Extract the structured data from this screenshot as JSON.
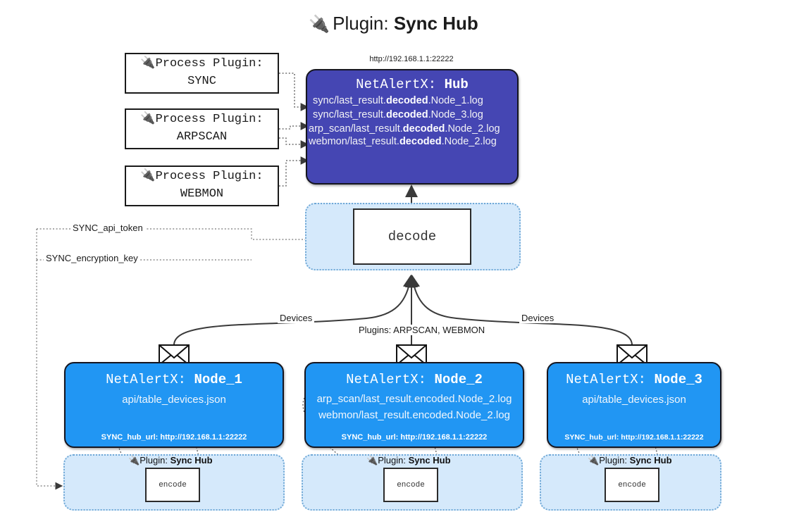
{
  "title": {
    "icon": "plug-icon",
    "prefix": "Plugin:",
    "name": "Sync Hub"
  },
  "process_plugins": [
    {
      "icon": "plug-icon",
      "line1": "Process Plugin:",
      "line2": "SYNC"
    },
    {
      "icon": "plug-icon",
      "line1": "Process Plugin:",
      "line2": "ARPSCAN"
    },
    {
      "icon": "plug-icon",
      "line1": "Process Plugin:",
      "line2": "WEBMON"
    }
  ],
  "hub": {
    "url_label": "http://192.168.1.1:22222",
    "title_prefix": "NetAlertX:",
    "title_name": "Hub",
    "rows": [
      {
        "pre": "sync/last_result.",
        "mid": "decoded",
        "post": ".Node_1.log"
      },
      {
        "pre": "sync/last_result.",
        "mid": "decoded",
        "post": ".Node_3.log"
      },
      {
        "pre": "arp_scan/last_result.",
        "mid": "decoded",
        "post": ".Node_2.log"
      },
      {
        "pre": "webmon/last_result.",
        "mid": "decoded",
        "post": ".Node_2.log"
      }
    ]
  },
  "decode": {
    "label": "decode"
  },
  "settings": [
    {
      "label": "SYNC_api_token"
    },
    {
      "label": "SYNC_encryption_key"
    }
  ],
  "edge_labels": {
    "left_devices": "Devices",
    "center_plugins": "Plugins: ARPSCAN, WEBMON",
    "right_devices": "Devices"
  },
  "nodes": [
    {
      "icon": "envelope-icon",
      "title_prefix": "NetAlertX:",
      "title_name": "Node_1",
      "lines": [
        "api/table_devices.json"
      ],
      "footer": "SYNC_hub_url: http://192.168.1.1:22222"
    },
    {
      "icon": "envelope-icon",
      "title_prefix": "NetAlertX:",
      "title_name": "Node_2",
      "lines": [
        "arp_scan/last_result.encoded.Node_2.log",
        "webmon/last_result.encoded.Node_2.log"
      ],
      "footer": "SYNC_hub_url: http://192.168.1.1:22222"
    },
    {
      "icon": "envelope-icon",
      "title_prefix": "NetAlertX:",
      "title_name": "Node_3",
      "lines": [
        "api/table_devices.json"
      ],
      "footer": "SYNC_hub_url: http://192.168.1.1:22222"
    }
  ],
  "plugin_bands": [
    {
      "icon": "plug-icon",
      "prefix": "Plugin:",
      "name": "Sync Hub",
      "box_label": "encode"
    },
    {
      "icon": "plug-icon",
      "prefix": "Plugin:",
      "name": "Sync Hub",
      "box_label": "encode"
    },
    {
      "icon": "plug-icon",
      "prefix": "Plugin:",
      "name": "Sync Hub",
      "box_label": "encode"
    }
  ],
  "colors": {
    "hub_fill": "#4546b3",
    "node_fill": "#2196f3",
    "band_fill": "#d5e9fb",
    "band_stroke": "#6fa8d6",
    "line": "#3a3a3a"
  }
}
